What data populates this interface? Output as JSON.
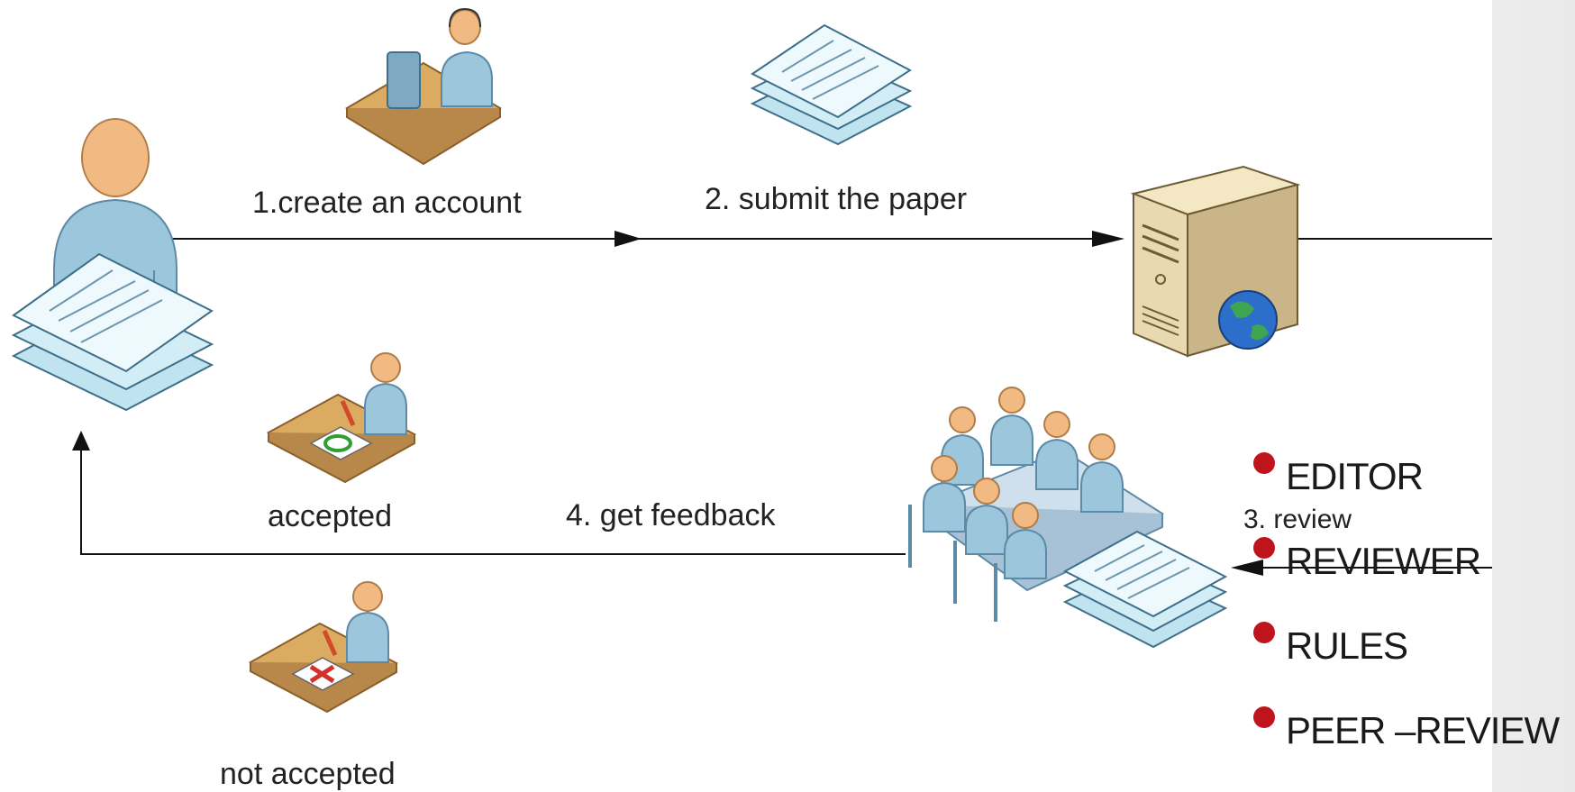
{
  "steps": {
    "create_account": "1.create an account",
    "submit_paper": "2. submit the paper",
    "review": "3. review",
    "get_feedback": "4. get feedback"
  },
  "outcomes": {
    "accepted": "accepted",
    "not_accepted": "not accepted"
  },
  "bullets": [
    {
      "label": "EDITOR"
    },
    {
      "label": "REVIEWER"
    },
    {
      "label": "RULES"
    },
    {
      "label": "PEER –REVIEW"
    }
  ],
  "icons": {
    "author": "person-icon",
    "author_documents": "document-stack-icon",
    "account_creation": "person-at-computer-icon",
    "submitted_paper": "document-stack-icon",
    "server": "web-server-icon",
    "committee": "review-committee-icon",
    "committee_documents": "document-stack-icon",
    "accepted": "person-approving-icon",
    "not_accepted": "person-rejecting-icon"
  },
  "colors": {
    "bullet": "#c0141c",
    "arrow": "#111111",
    "person_body": "#9cc6dc",
    "person_head": "#f0ba82",
    "paper": "#e9f6fb",
    "desk": "#d8a860",
    "server": "#e8d9b0"
  }
}
